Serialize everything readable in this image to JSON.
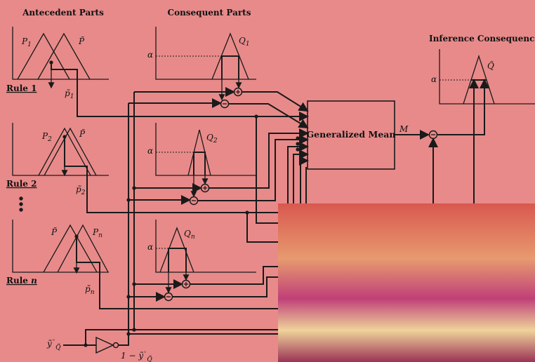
{
  "headers": {
    "antecedent": "Antecedent Parts",
    "consequent": "Consequent Parts",
    "inference": "Inference Consequence"
  },
  "rules": [
    {
      "label": "Rule 1",
      "set_a": "P",
      "set_a_sub": "1",
      "set_b": "P̃",
      "strength": "p̃",
      "strength_sub": "1",
      "cons": "Q",
      "cons_sub": "1"
    },
    {
      "label": "Rule 2",
      "set_a": "P",
      "set_a_sub": "2",
      "set_b": "P̃",
      "strength": "p̃",
      "strength_sub": "2",
      "cons": "Q",
      "cons_sub": "2"
    },
    {
      "label": "Rule ",
      "label_it": "n",
      "set_a": "P̃",
      "set_b": "P",
      "set_b_sub": "n",
      "strength": "p̃",
      "strength_sub": "n",
      "cons": "Q",
      "cons_sub": "n"
    }
  ],
  "alpha": "α",
  "box_label": "Generalized Mean",
  "mean_output": "M",
  "output_set": "Q̃",
  "input": {
    "main": "ỹ",
    "sup": "◦",
    "sub": "Q̃"
  },
  "inverted": {
    "prefix": "1 − ",
    "main": "ỹ",
    "sup": "◦",
    "sub": "Q̃"
  },
  "colors": {
    "background": "#e88a8a",
    "line": "#1a1a1a"
  }
}
